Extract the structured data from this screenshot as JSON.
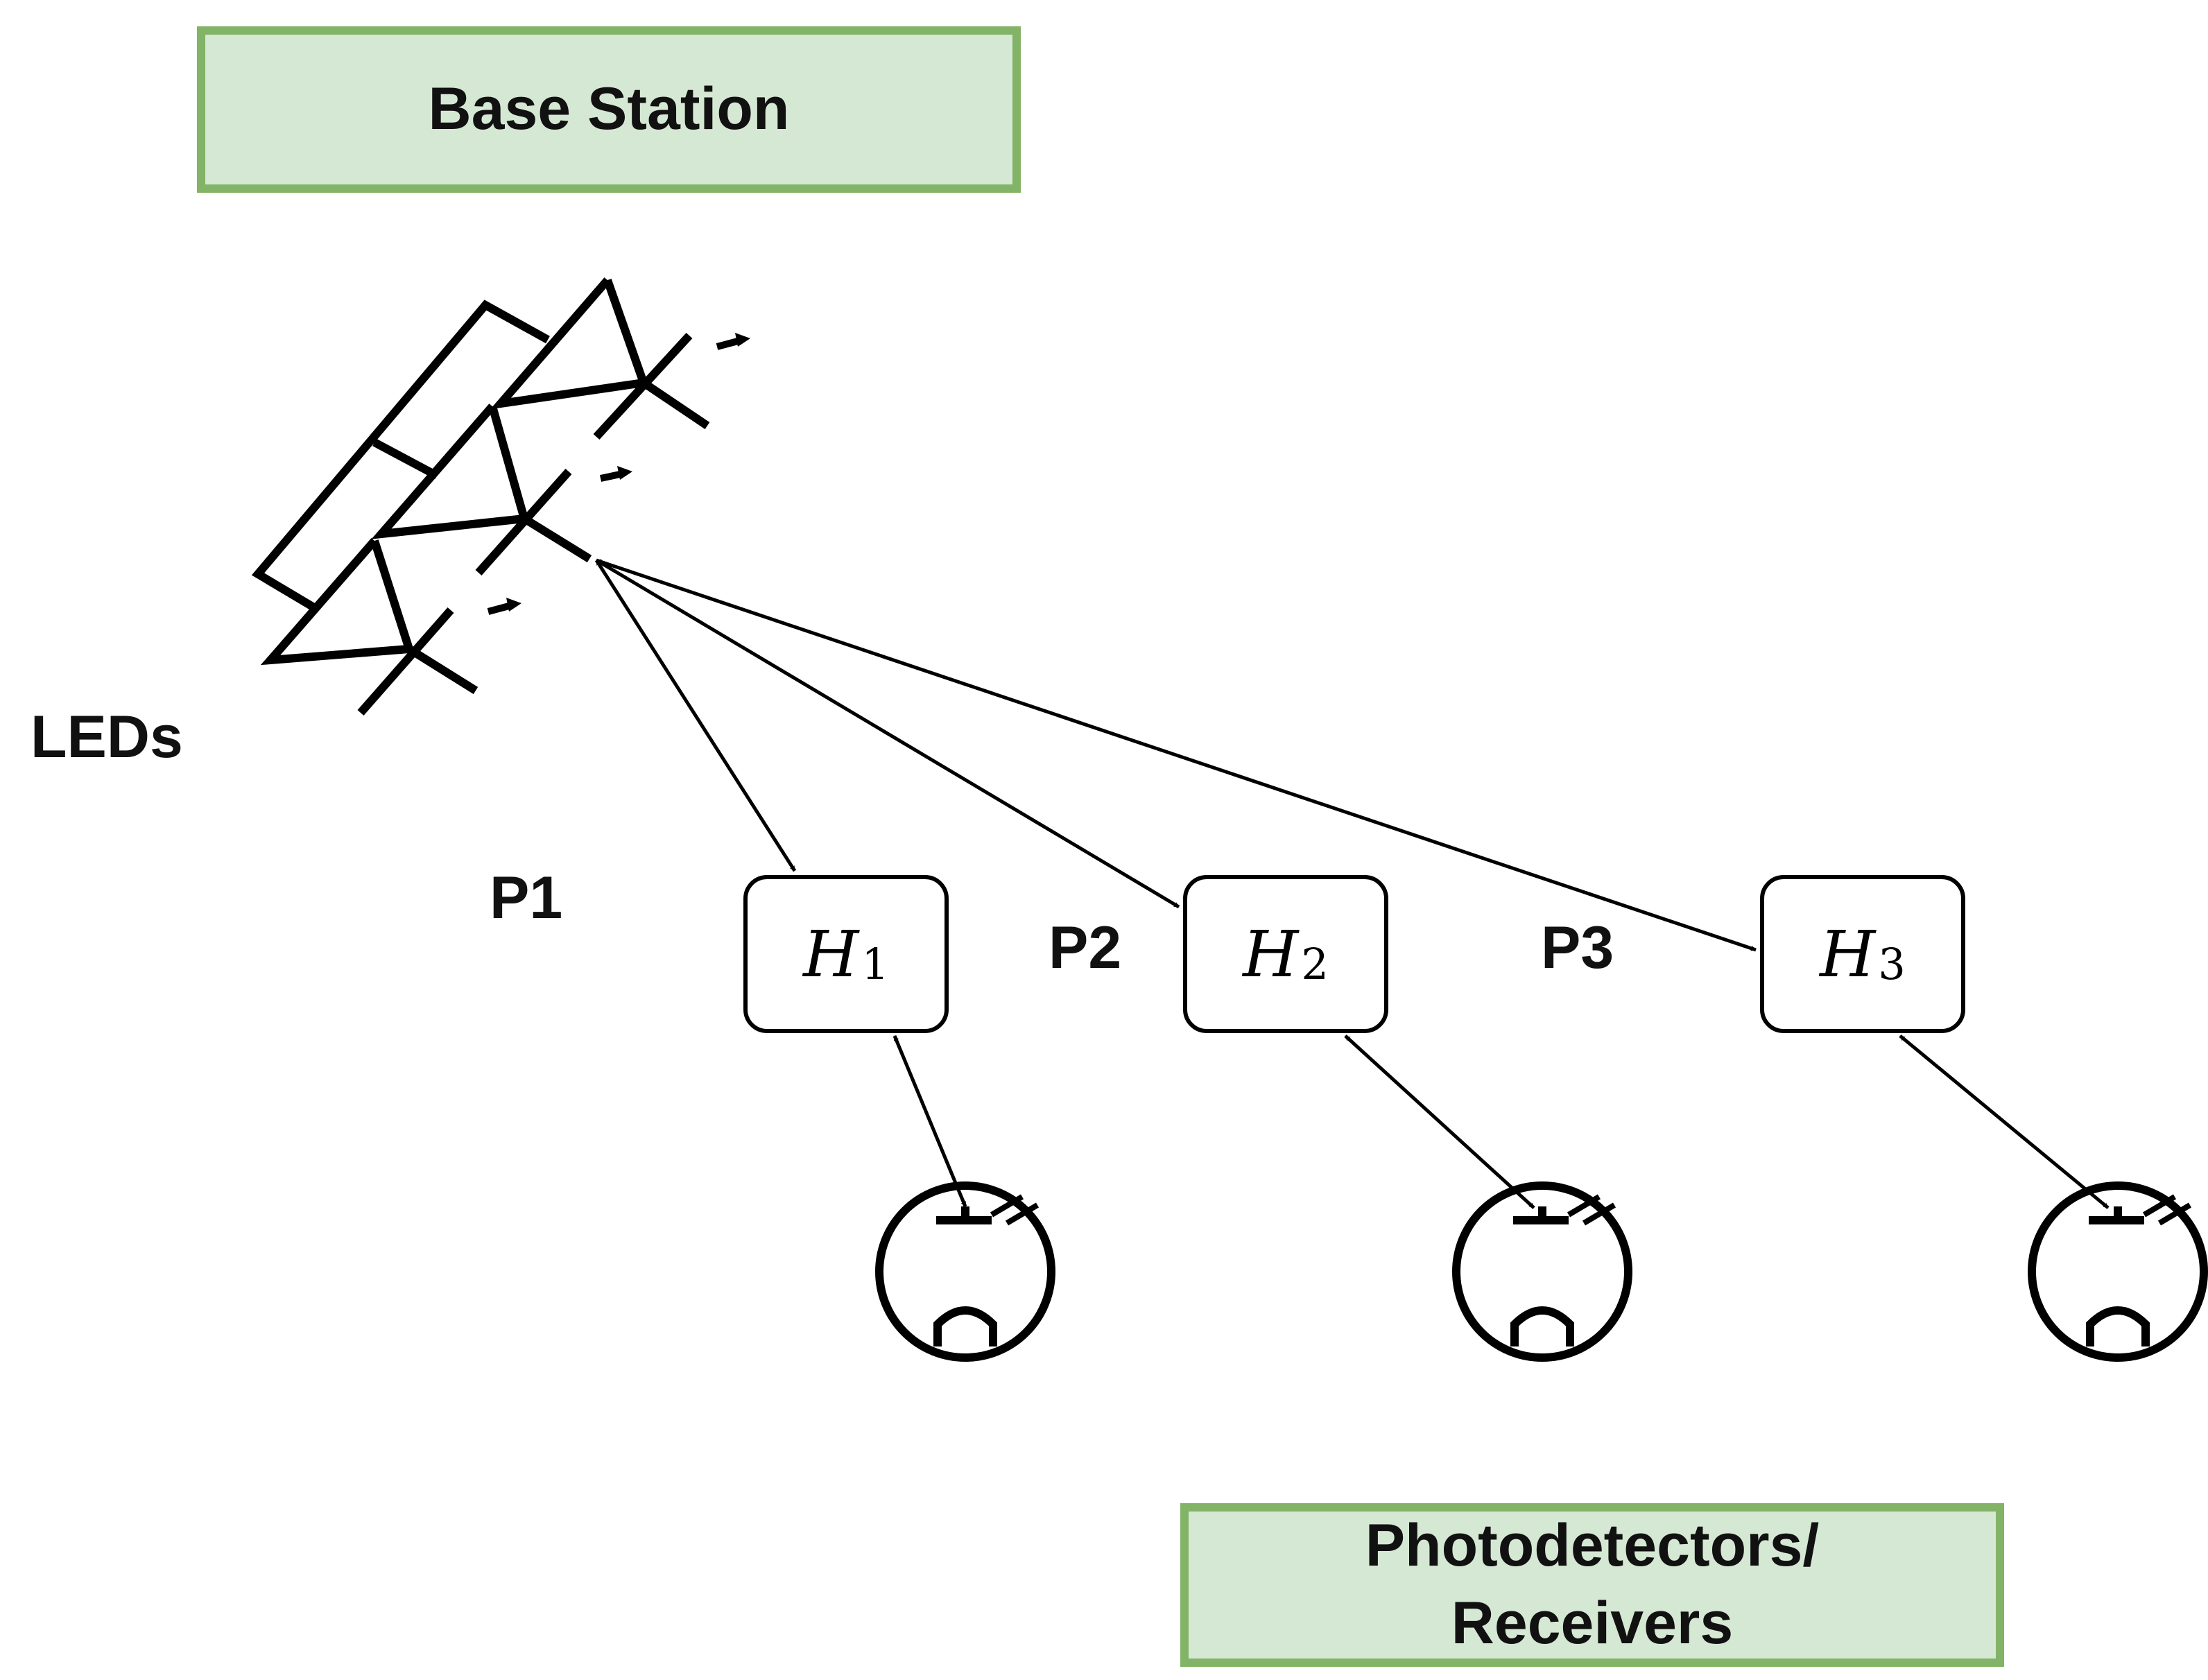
{
  "base_station": {
    "label": "Base Station"
  },
  "leds": {
    "label": "LEDs"
  },
  "paths": [
    {
      "label": "P1"
    },
    {
      "label": "P2"
    },
    {
      "label": "P3"
    }
  ],
  "channels": [
    {
      "symbol": "H",
      "index": "1"
    },
    {
      "symbol": "H",
      "index": "2"
    },
    {
      "symbol": "H",
      "index": "3"
    }
  ],
  "receivers": {
    "label_line1": "Photodetectors/",
    "label_line2": "Receivers"
  },
  "colors": {
    "box_fill": "#d5e8d4",
    "box_border": "#82b366",
    "stroke": "#000000"
  }
}
